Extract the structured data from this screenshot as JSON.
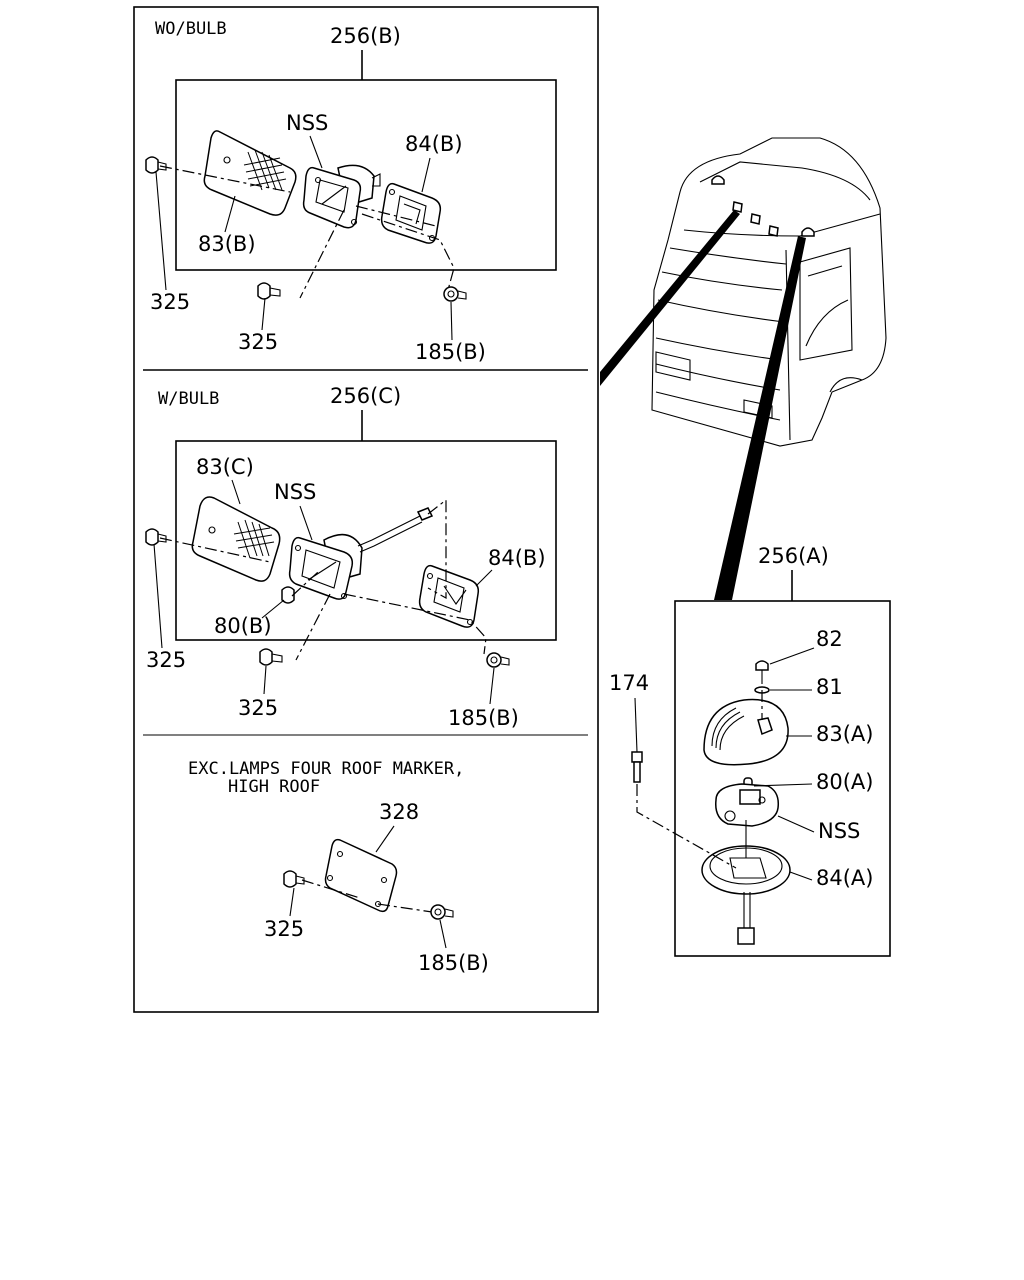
{
  "sections": {
    "wo_bulb": {
      "caption": "WO/BULB",
      "assembly_label": "256(B)",
      "labels": {
        "nss": "NSS",
        "lens": "83(B)",
        "base": "84(B)",
        "screw_left": "325",
        "screw_bottom": "325",
        "nut": "185(B)"
      }
    },
    "w_bulb": {
      "caption": "W/BULB",
      "assembly_label": "256(C)",
      "labels": {
        "lens": "83(C)",
        "nss": "NSS",
        "base": "84(B)",
        "bulb": "80(B)",
        "screw_left": "325",
        "screw_bottom": "325",
        "nut": "185(B)"
      }
    },
    "exc_lamps": {
      "caption_line1": "EXC.LAMPS FOUR ROOF MARKER,",
      "caption_line2": "HIGH ROOF",
      "plate": "328",
      "screw": "325",
      "nut": "185(B)"
    },
    "roof_marker": {
      "assembly_label": "256(A)",
      "labels": {
        "screw": "82",
        "washer": "81",
        "lens": "83(A)",
        "bulb": "80(A)",
        "nss": "NSS",
        "base": "84(A)",
        "bolt": "174"
      }
    }
  },
  "icons": {
    "cab": "truck-cab-icon",
    "lamp": "marker-lamp-icon",
    "screw": "screw-icon",
    "nut": "nut-icon"
  }
}
